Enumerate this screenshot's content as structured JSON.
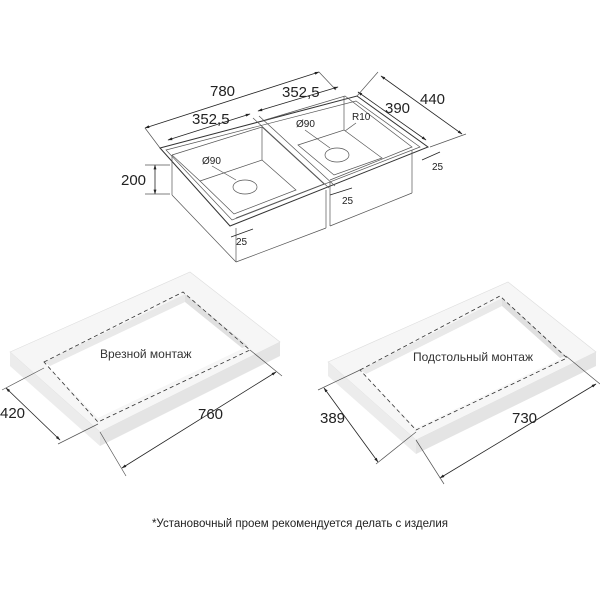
{
  "sink": {
    "overall_width": "780",
    "bowl_left_width": "352,5",
    "bowl_right_width": "352,5",
    "bowl_depth": "390",
    "overall_depth": "440",
    "height": "200",
    "drain_left": "Ø90",
    "drain_right": "Ø90",
    "corner_radius": "R10",
    "rim_right": "25",
    "rim_middle": "25",
    "rim_front": "25"
  },
  "cutouts": [
    {
      "label": "Врезной монтаж",
      "depth": "420",
      "width": "760"
    },
    {
      "label": "Подстольный монтаж",
      "depth": "389",
      "width": "730"
    }
  ],
  "footnote": "*Установочный проем рекомендуется делать с изделия",
  "colors": {
    "slab_top": "#f6f6f6",
    "slab_side": "#e6e6e6",
    "line": "#333333"
  }
}
